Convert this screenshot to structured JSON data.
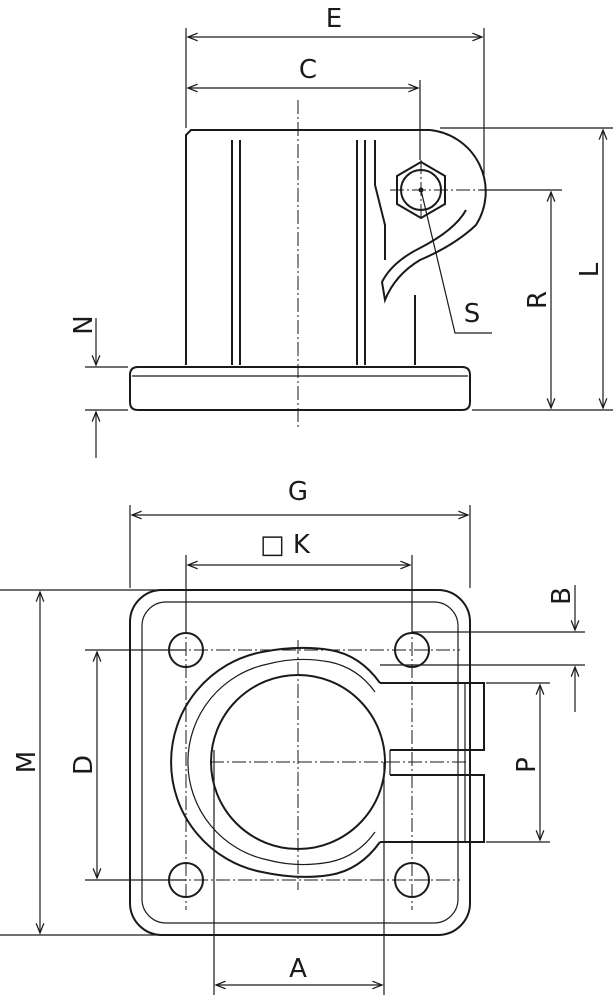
{
  "drawing": {
    "side_view": {
      "dimensions": {
        "E": "E",
        "C": "C",
        "L": "L",
        "R": "R",
        "S": "S",
        "N": "N"
      }
    },
    "top_view": {
      "dimensions": {
        "G": "G",
        "K": "□ K",
        "B": "B",
        "M": "M",
        "D": "D",
        "P": "P",
        "A": "A"
      }
    }
  }
}
